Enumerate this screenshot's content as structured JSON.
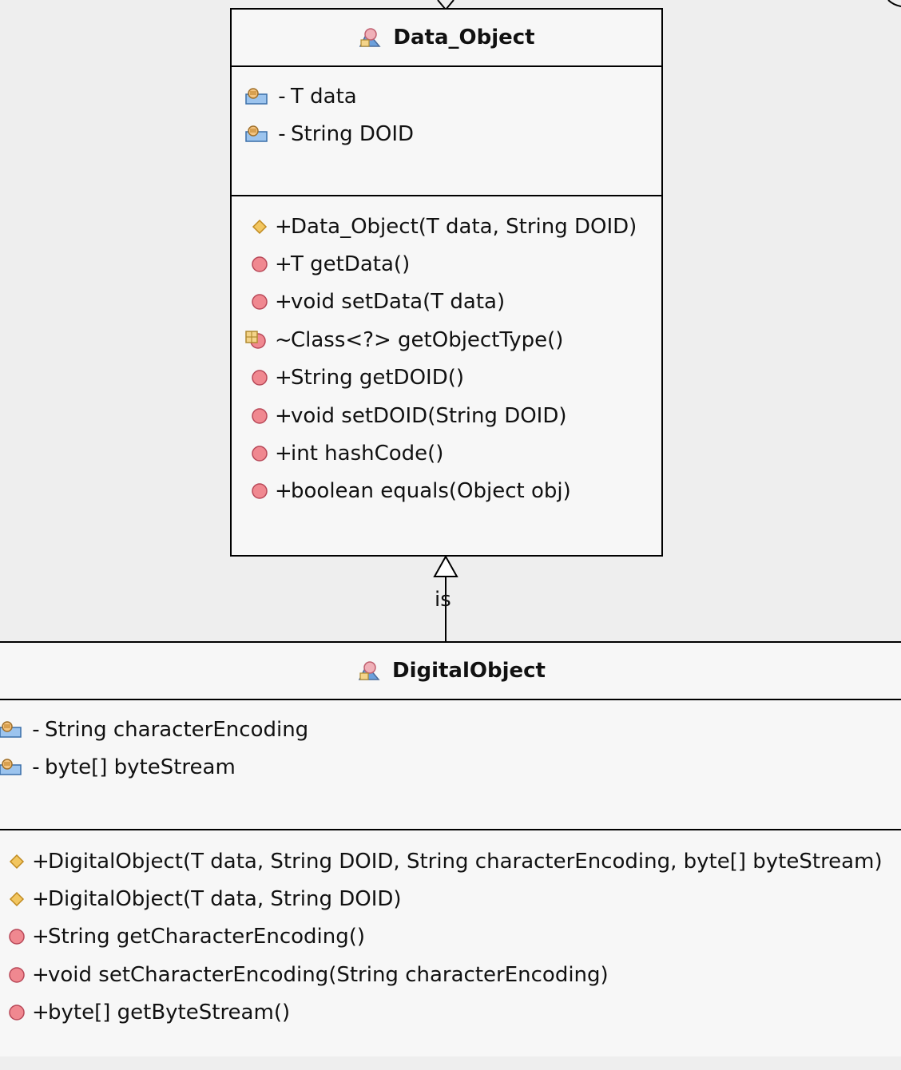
{
  "classes": {
    "data_object": {
      "name": "Data_Object",
      "icon": "class-icon",
      "fields": [
        {
          "visibility": "-",
          "text": "T data",
          "icon": "field-icon"
        },
        {
          "visibility": "-",
          "text": "String DOID",
          "icon": "field-icon"
        }
      ],
      "methods": [
        {
          "visibility": "+",
          "text": "Data_Object(T data, String DOID)",
          "icon": "constructor-icon"
        },
        {
          "visibility": "+",
          "text": "T getData()",
          "icon": "method-icon"
        },
        {
          "visibility": "+",
          "text": "void setData(T data)",
          "icon": "method-icon"
        },
        {
          "visibility": "~",
          "text": "Class<?> getObjectType()",
          "icon": "package-method-icon"
        },
        {
          "visibility": "+",
          "text": "String getDOID()",
          "icon": "method-icon"
        },
        {
          "visibility": "+",
          "text": "void setDOID(String DOID)",
          "icon": "method-icon"
        },
        {
          "visibility": "+",
          "text": "int hashCode()",
          "icon": "method-icon"
        },
        {
          "visibility": "+",
          "text": "boolean equals(Object obj)",
          "icon": "method-icon"
        }
      ]
    },
    "digital_object": {
      "name": "DigitalObject",
      "icon": "class-icon",
      "fields": [
        {
          "visibility": "-",
          "text": "String characterEncoding",
          "icon": "field-icon"
        },
        {
          "visibility": "-",
          "text": "byte[] byteStream",
          "icon": "field-icon"
        }
      ],
      "methods": [
        {
          "visibility": "+",
          "text": "DigitalObject(T data, String DOID, String characterEncoding, byte[] byteStream)",
          "icon": "constructor-icon"
        },
        {
          "visibility": "+",
          "text": "DigitalObject(T data, String DOID)",
          "icon": "constructor-icon"
        },
        {
          "visibility": "+",
          "text": "String getCharacterEncoding()",
          "icon": "method-icon"
        },
        {
          "visibility": "+",
          "text": "void setCharacterEncoding(String characterEncoding)",
          "icon": "method-icon"
        },
        {
          "visibility": "+",
          "text": "byte[] getByteStream()",
          "icon": "method-icon"
        }
      ]
    }
  },
  "relation": {
    "label": "is",
    "type": "generalization"
  },
  "colors": {
    "background": "#eeeeee",
    "box_fill": "#f7f7f7",
    "method_icon": "#e0707a",
    "constructor_icon": "#e8b040",
    "field_icon": "#5a8cc8"
  }
}
